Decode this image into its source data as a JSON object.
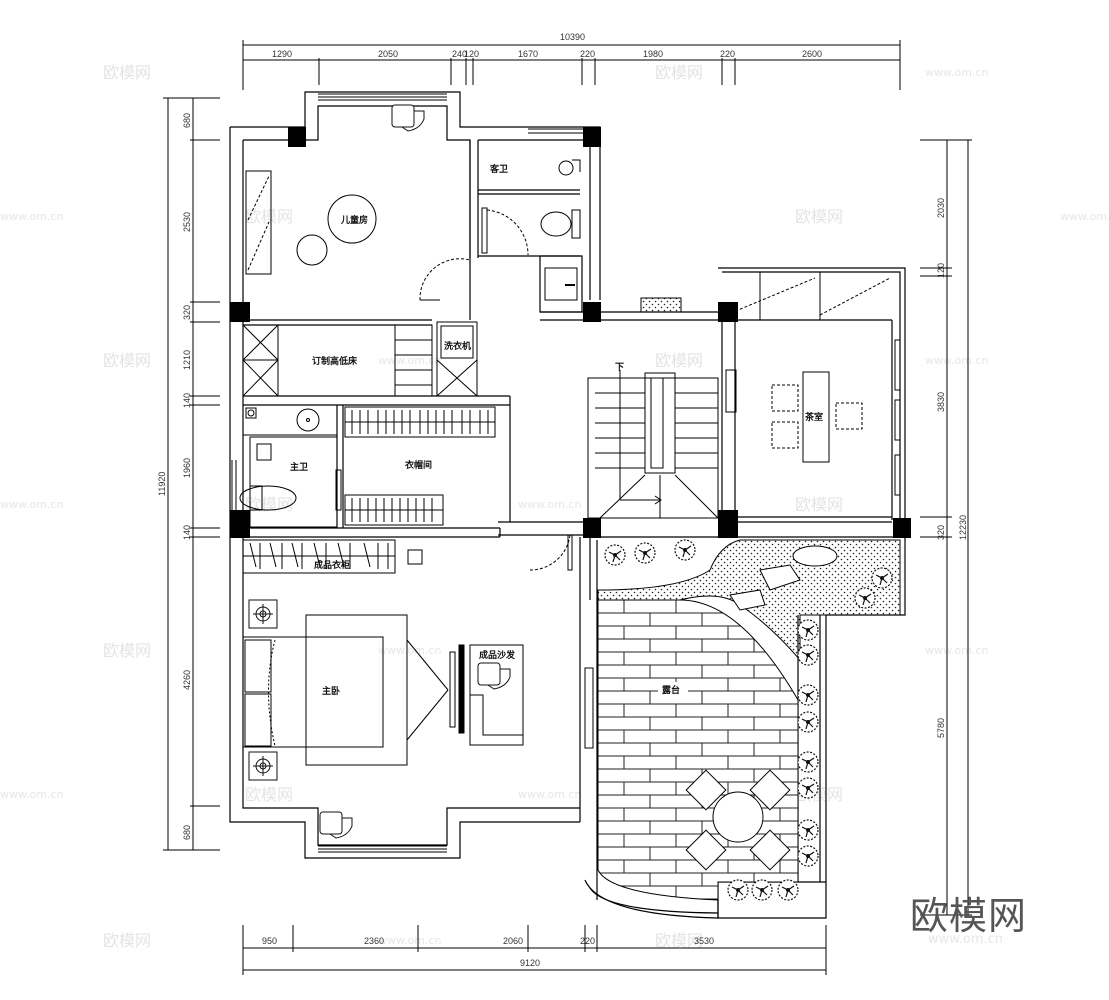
{
  "drawing": {
    "type": "architectural floor plan (second floor)",
    "watermark": "欧模网",
    "watermark_url": "www.om.cn",
    "logo": "欧模网"
  },
  "dimensions": {
    "top_total": "10390",
    "top_segments": [
      "1290",
      "2050",
      "240",
      "120",
      "1670",
      "220",
      "1980",
      "220",
      "2600"
    ],
    "bottom_total": "9120",
    "bottom_segments": [
      "950",
      "2360",
      "2060",
      "220",
      "3530"
    ],
    "left_total": "11920",
    "left_segments": [
      "680",
      "2530",
      "320",
      "1210",
      "140",
      "1960",
      "140",
      "4260",
      "680"
    ],
    "right_total": "12230",
    "right_segments": [
      "2030",
      "120",
      "3830",
      "320",
      "5780"
    ]
  },
  "rooms": {
    "kids_room": "儿童房",
    "guest_bath": "客卫",
    "bunk_bed": "订制高低床",
    "washer": "洗衣机",
    "master_bath": "主卫",
    "closet": "衣帽间",
    "wardrobe": "成品衣柜",
    "master_bedroom": "主卧",
    "sofa": "成品沙发",
    "tea_room": "茶室",
    "terrace": "露台",
    "stairs_down": "下"
  },
  "colors": {
    "line": "#000000",
    "dim_text": "#333333",
    "watermark": "#e4e4e4",
    "logo": "#555555"
  }
}
